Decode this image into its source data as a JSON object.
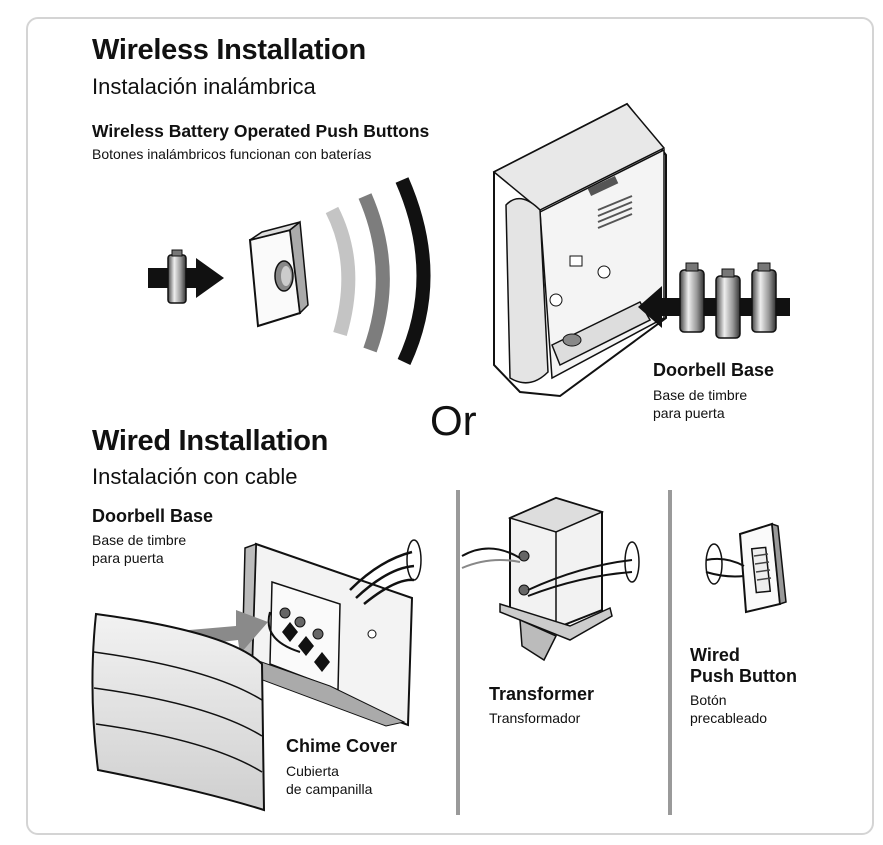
{
  "wireless": {
    "title": "Wireless Installation",
    "subtitle": "Instalación inalámbrica",
    "push_buttons": {
      "title": "Wireless Battery Operated Push Buttons",
      "subtitle": "Botones inalámbricos funcionan con baterías"
    },
    "doorbell_base": {
      "title": "Doorbell Base",
      "subtitle_line1": "Base de timbre",
      "subtitle_line2": "para puerta"
    }
  },
  "or_label": "Or",
  "wired": {
    "title": "Wired Installation",
    "subtitle": "Instalación con cable",
    "doorbell_base": {
      "title": "Doorbell Base",
      "subtitle_line1": "Base de timbre",
      "subtitle_line2": "para puerta"
    },
    "chime_cover": {
      "title": "Chime Cover",
      "subtitle_line1": "Cubierta",
      "subtitle_line2": "de campanilla"
    },
    "transformer": {
      "title": "Transformer",
      "subtitle": "Transformador"
    },
    "push_button": {
      "title_line1": "Wired",
      "title_line2": "Push Button",
      "subtitle_line1": "Botón",
      "subtitle_line2": "precableado"
    }
  },
  "colors": {
    "border": "#d4d4d4",
    "ink": "#111111",
    "arrow_gray": "#8a8a8a",
    "wave_light": "#c4c4c4",
    "wave_mid": "#7d7d7d",
    "wave_dark": "#111111"
  }
}
